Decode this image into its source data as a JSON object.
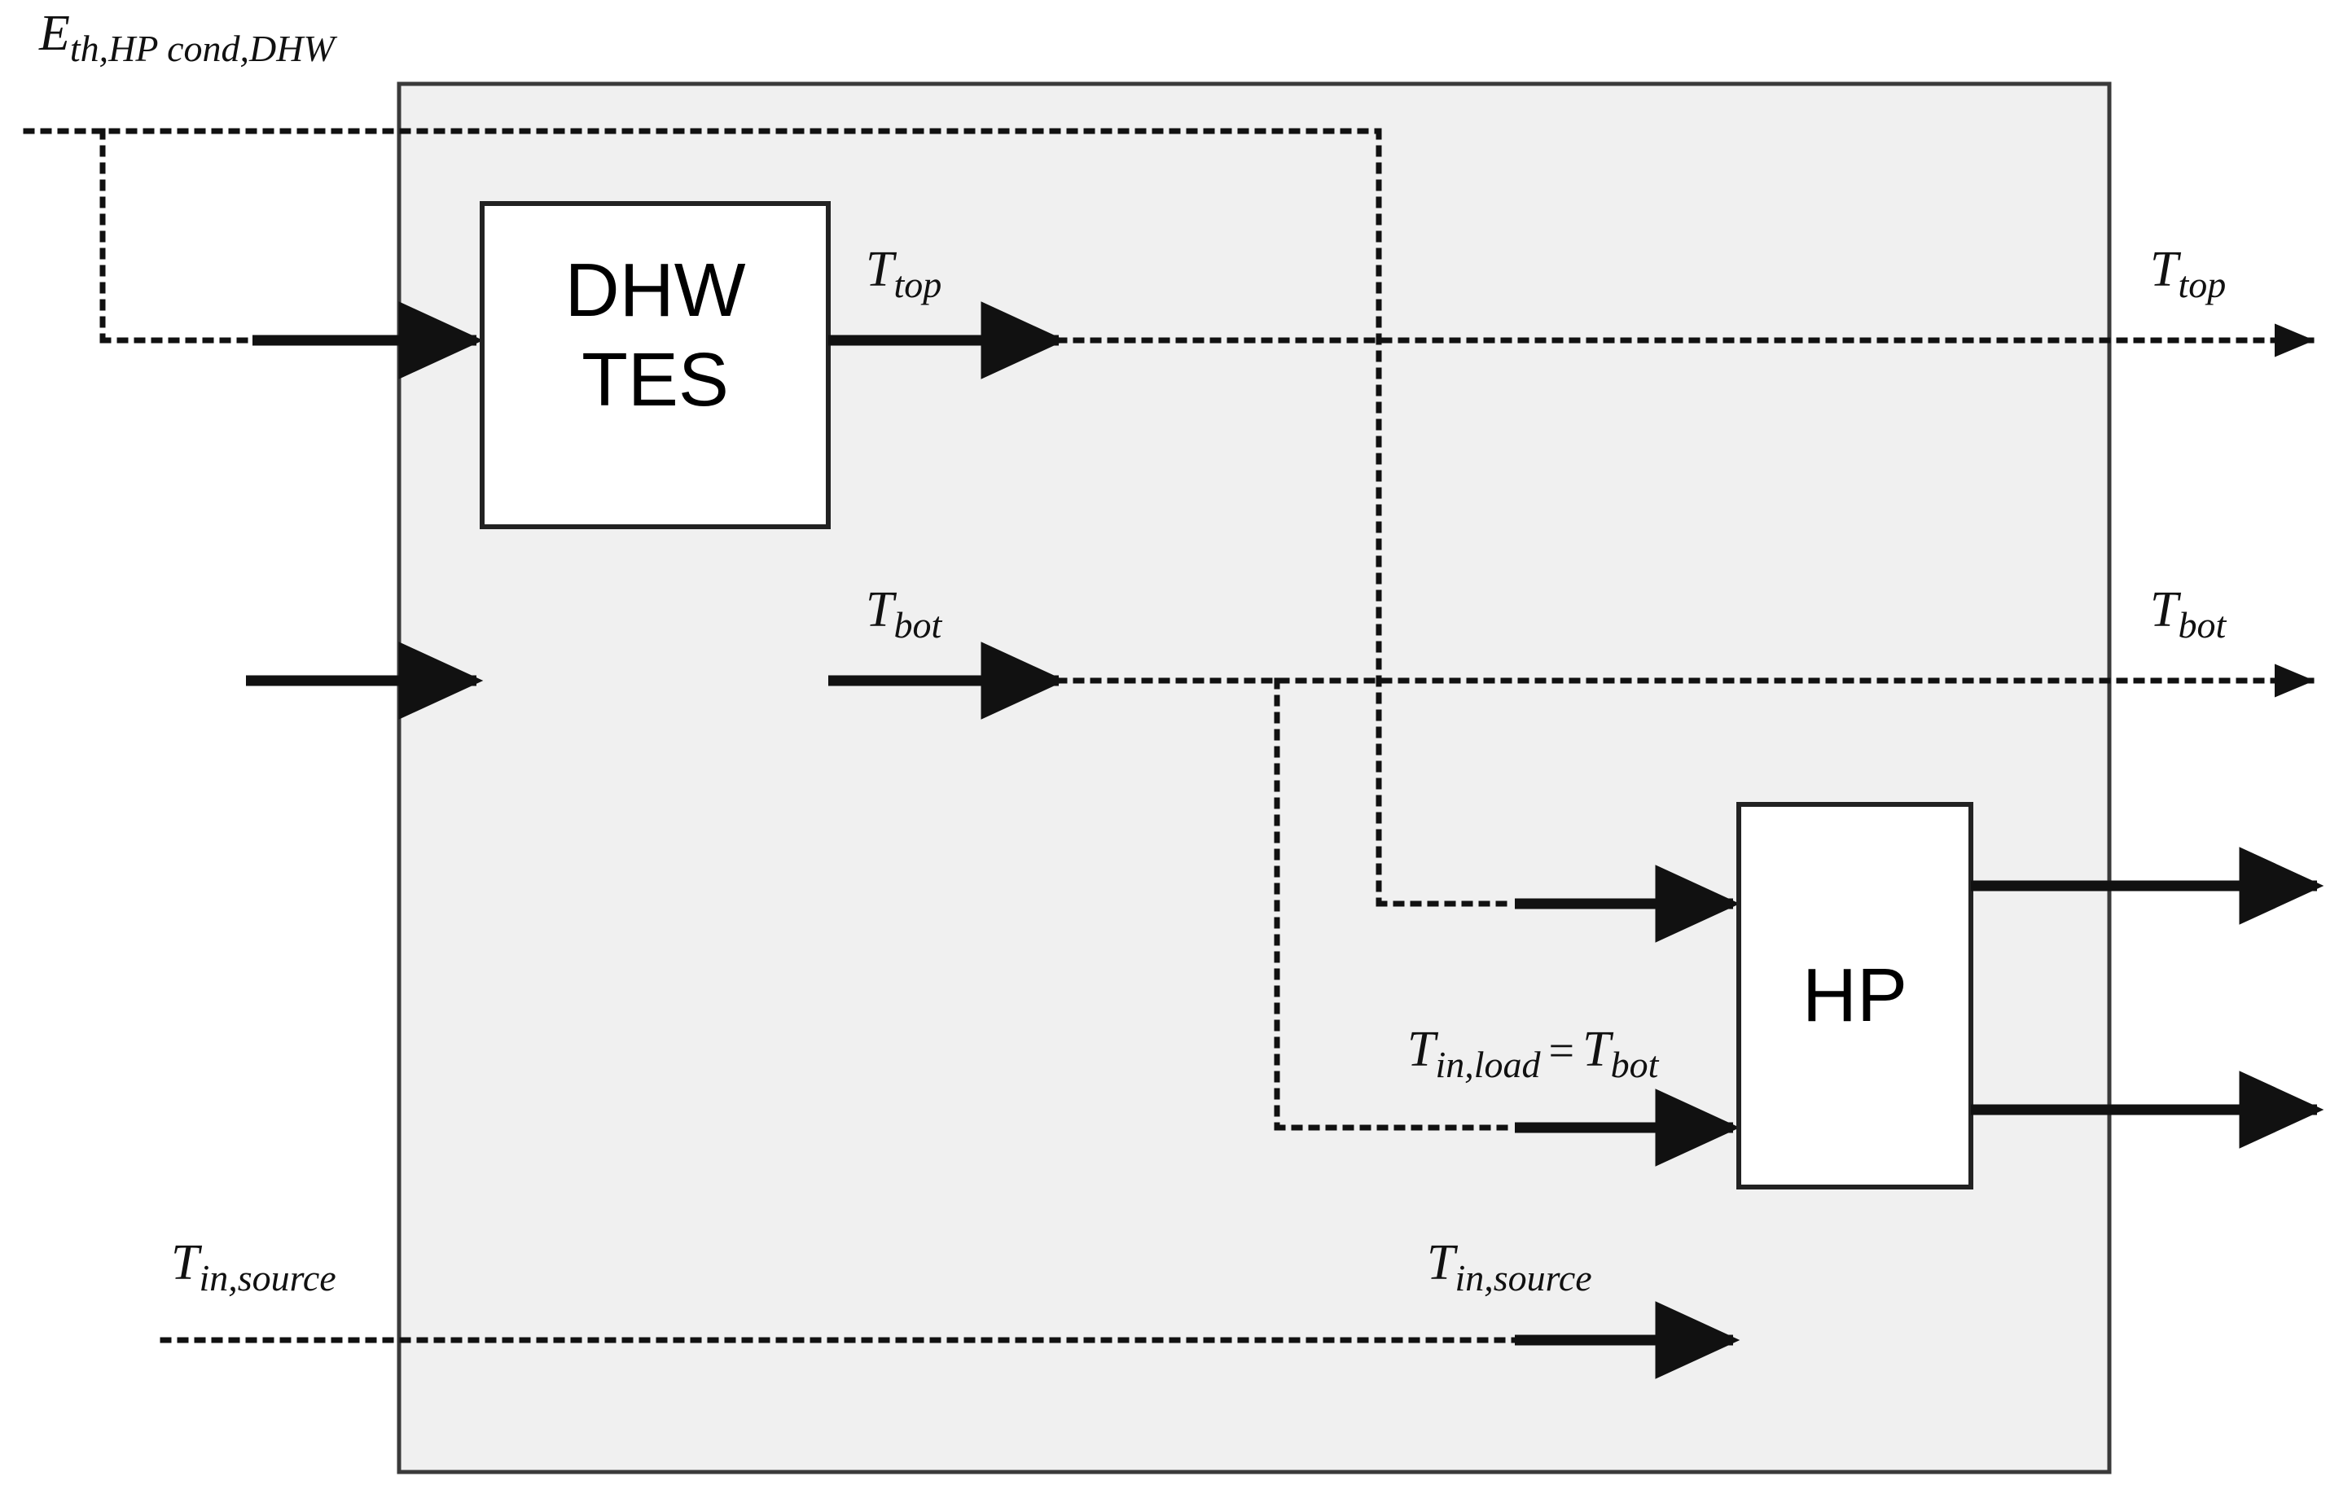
{
  "diagram": {
    "title": "DHW TES and Heat Pump boundary diagram",
    "panel": {
      "name": "system-boundary-panel",
      "fill": "#f0f0f0",
      "stroke": "#3a3a3a"
    },
    "blocks": [
      {
        "id": "dhw-tes",
        "line1": "DHW",
        "line2": "TES",
        "fill": "#ffffff",
        "stroke": "#222222"
      },
      {
        "id": "hp",
        "line1": "HP",
        "line2": "",
        "fill": "#ffffff",
        "stroke": "#222222"
      }
    ],
    "labels": {
      "e_th_hp_cond_dhw": {
        "base": "E",
        "sub": "th,HP cond,DHW"
      },
      "t_top_tes_out": {
        "base": "T",
        "sub": "top"
      },
      "t_bot_tes_out": {
        "base": "T",
        "sub": "bot"
      },
      "t_top_right": {
        "base": "T",
        "sub": "top"
      },
      "t_bot_right": {
        "base": "T",
        "sub": "bot"
      },
      "t_in_load": {
        "base": "T",
        "sub": "in,load",
        "equals": "=",
        "base2": "T",
        "sub2": "bot"
      },
      "t_in_source_left": {
        "base": "T",
        "sub": "in,source"
      },
      "t_in_source_hp": {
        "base": "T",
        "sub": "in,source"
      }
    },
    "colors": {
      "line": "#111111",
      "panel_fill": "#f0f0f0",
      "panel_stroke": "#3a3a3a",
      "box_stroke": "#222222",
      "box_fill": "#ffffff",
      "background": "#ffffff"
    }
  }
}
